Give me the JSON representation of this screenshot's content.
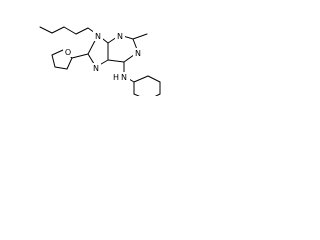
{
  "molecule": {
    "atoms": {
      "n9": "N",
      "n7": "N",
      "n3": "N",
      "n1": "N",
      "nh": "N",
      "h": "H",
      "o": "O"
    }
  },
  "colors": {
    "bond": "#000000",
    "label": "#000000",
    "background": "#ffffff"
  }
}
